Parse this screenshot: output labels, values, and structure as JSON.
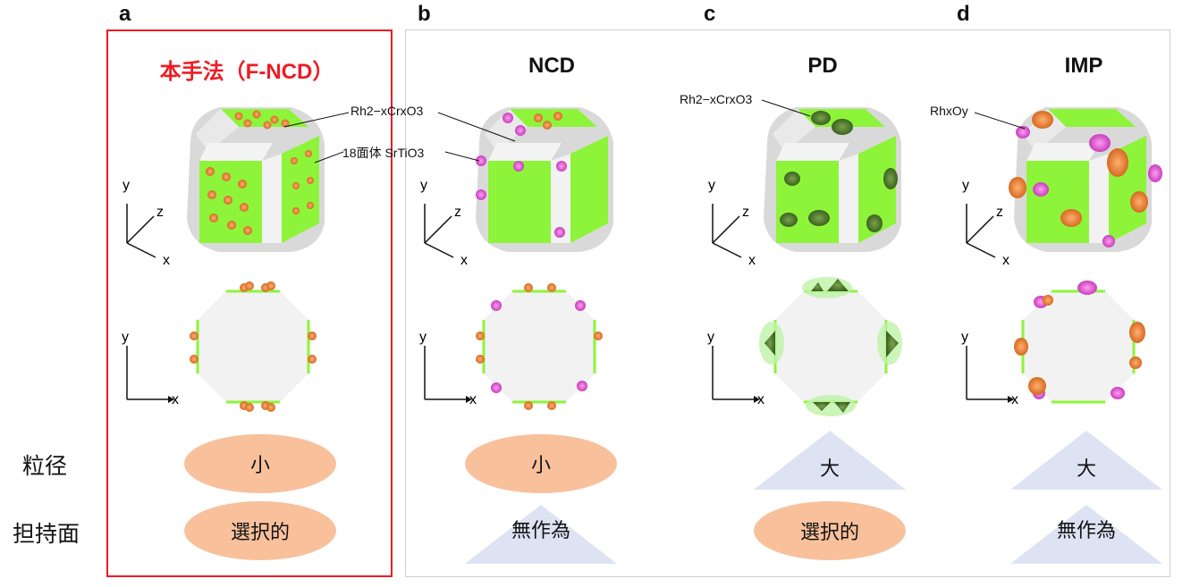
{
  "panels": [
    {
      "letter": "a",
      "title": "本手法（F-NCD）",
      "size_label": "小",
      "size_shape": "ellipse",
      "face_label": "選択的",
      "face_shape": "ellipse"
    },
    {
      "letter": "b",
      "title": "NCD",
      "size_label": "小",
      "size_shape": "ellipse",
      "face_label": "無作為",
      "face_shape": "triangle"
    },
    {
      "letter": "c",
      "title": "PD",
      "size_label": "大",
      "size_shape": "triangle",
      "face_label": "選択的",
      "face_shape": "ellipse"
    },
    {
      "letter": "d",
      "title": "IMP",
      "size_label": "大",
      "size_shape": "triangle",
      "face_label": "無作為",
      "face_shape": "triangle"
    }
  ],
  "row_labels": {
    "size": "粒径",
    "face": "担持面"
  },
  "annotations": {
    "rh_cr_oxide": "Rh2−xCrxO3",
    "srtio3": "18面体 SrTiO3",
    "rh_oxide": "RhxOy"
  },
  "axes": {
    "x": "x",
    "y": "y",
    "z": "z"
  },
  "colors": {
    "accent_red": "#ee1c25",
    "facet_green": "#8ef43a",
    "crystal_gray": "#d9d9d9",
    "particle_orange": "#f08a3c",
    "particle_magenta": "#e563d8",
    "particle_darkgreen": "#4f7d2c",
    "ellipse_fill": "#f8c19c",
    "triangle_fill": "#dde3f2"
  }
}
